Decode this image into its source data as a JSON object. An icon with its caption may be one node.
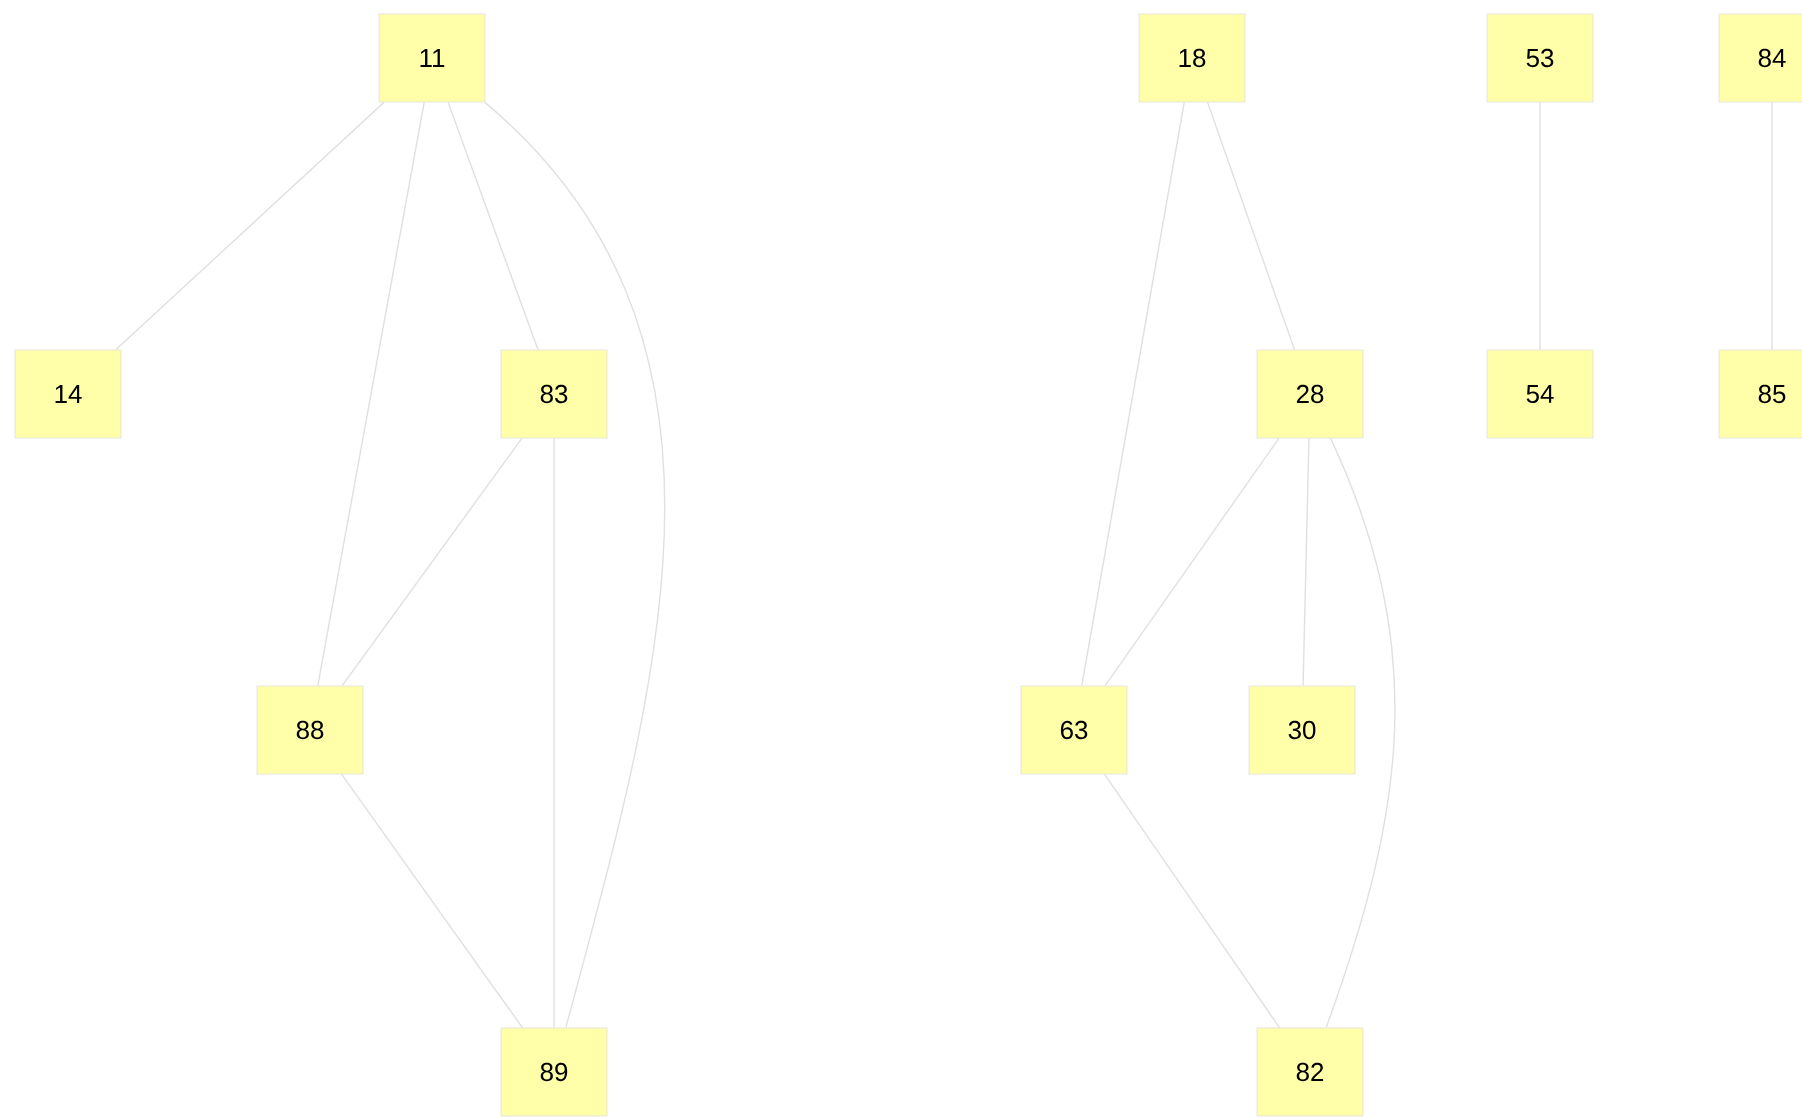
{
  "diagram": {
    "nodes": [
      {
        "text": [
          "11"
        ]
      },
      {
        "text": [
          "14"
        ]
      },
      {
        "text": [
          "83"
        ]
      },
      {
        "text": [
          "88"
        ]
      },
      {
        "text": [
          "89"
        ]
      },
      {
        "text": [
          "18"
        ]
      },
      {
        "text": [
          "28"
        ]
      },
      {
        "text": [
          "63"
        ]
      },
      {
        "text": [
          "30"
        ]
      },
      {
        "text": [
          "82"
        ]
      },
      {
        "text": [
          "53"
        ]
      },
      {
        "text": [
          "54"
        ]
      },
      {
        "text": [
          "84"
        ]
      },
      {
        "text": [
          "85"
        ]
      }
    ],
    "edges": [
      {
        "from": 0,
        "to": 1,
        "arrow": "none"
      },
      {
        "from": 0,
        "to": 3,
        "arrow": "none"
      },
      {
        "from": 0,
        "to": 2,
        "arrow": "none"
      },
      {
        "from": 0,
        "to": 4,
        "arrow": "none"
      },
      {
        "from": 2,
        "to": 3,
        "arrow": "none"
      },
      {
        "from": 2,
        "to": 4,
        "arrow": "none"
      },
      {
        "from": 3,
        "to": 4,
        "arrow": "none"
      },
      {
        "from": 5,
        "to": 7,
        "arrow": "none"
      },
      {
        "from": 5,
        "to": 6,
        "arrow": "none"
      },
      {
        "from": 6,
        "to": 7,
        "arrow": "none"
      },
      {
        "from": 6,
        "to": 8,
        "arrow": "none"
      },
      {
        "from": 6,
        "to": 9,
        "arrow": "none"
      },
      {
        "from": 7,
        "to": 9,
        "arrow": "none"
      },
      {
        "from": 10,
        "to": 11,
        "arrow": "none"
      },
      {
        "from": 12,
        "to": 13,
        "arrow": "none"
      }
    ]
  }
}
